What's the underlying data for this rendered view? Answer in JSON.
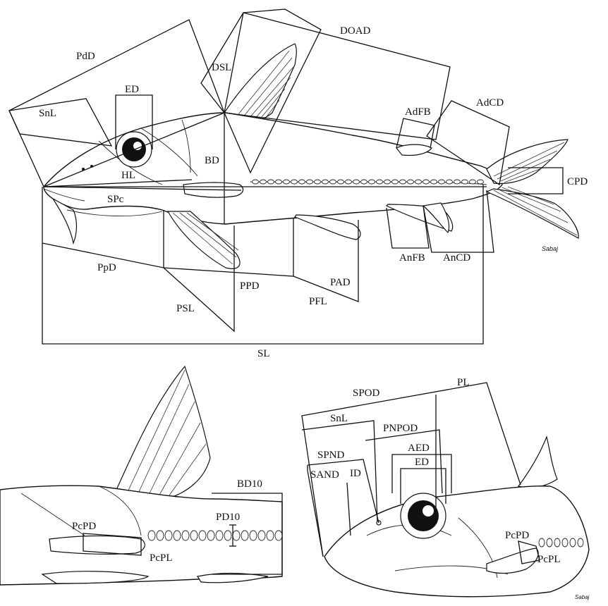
{
  "main_panel": {
    "labels": {
      "PdD": "PdD",
      "DOAD": "DOAD",
      "DSL": "DSL",
      "ED": "ED",
      "SnL": "SnL",
      "AdFB": "AdFB",
      "AdCD": "AdCD",
      "HL": "HL",
      "BD": "BD",
      "SPc": "SPc",
      "CPD": "CPD",
      "AnFB": "AnFB",
      "AnCD": "AnCD",
      "PpD": "PpD",
      "PPD": "PPD",
      "PAD": "PAD",
      "PFL": "PFL",
      "PSL": "PSL",
      "SL": "SL"
    },
    "signature": "Sabaj"
  },
  "bottom_left_panel": {
    "labels": {
      "BD10": "BD10",
      "PD10": "PD10",
      "PcPD": "PcPD",
      "PcPL": "PcPL"
    }
  },
  "bottom_right_panel": {
    "labels": {
      "SPOD": "SPOD",
      "PL": "PL",
      "SnL": "SnL",
      "PNPOD": "PNPOD",
      "SPND": "SPND",
      "AED": "AED",
      "SAND": "SAND",
      "ID": "ID",
      "ED": "ED",
      "PcPD": "PcPD",
      "PcPL": "PcPL"
    },
    "signature": "Sabaj"
  }
}
